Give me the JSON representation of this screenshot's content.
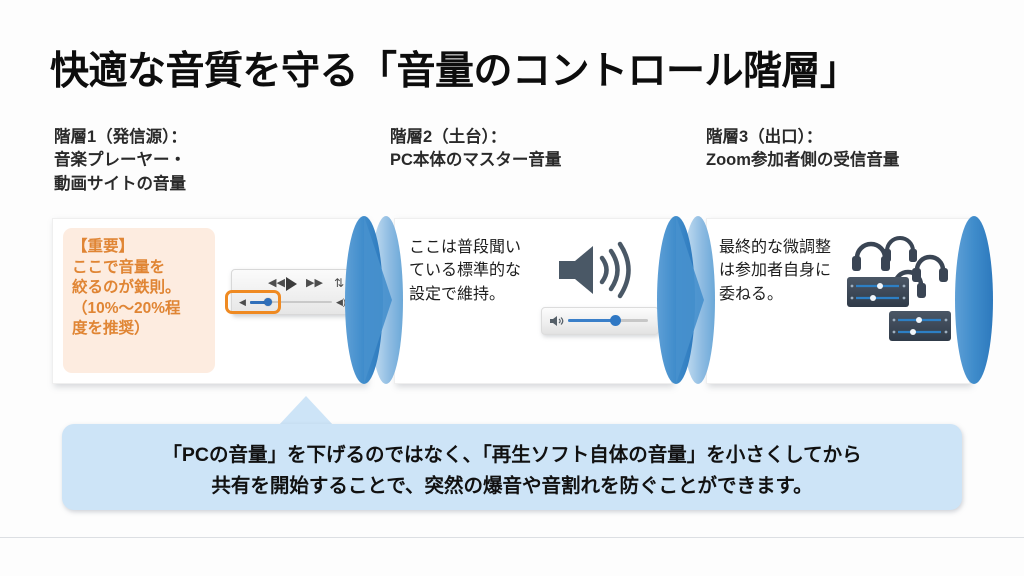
{
  "slide": {
    "title": "快適な音質を守る「音量のコントロール階層」",
    "background_color": "#fdfdfd"
  },
  "columns": [
    {
      "id": "tier1",
      "heading": "階層1（発信源）：\n音楽プレーヤー・\n動画サイトの音量",
      "note": {
        "text": "【重要】\nここで音量を\n絞るのが鉄則。\n（10%〜20%程\n度を推奨）",
        "text_color": "#e08534",
        "background_color": "#fdece0"
      },
      "widget": {
        "type": "media-player",
        "icons": [
          "prev-track-icon",
          "play-icon",
          "next-track-icon",
          "loop-icon",
          "volume-low-icon",
          "volume-high-icon"
        ],
        "volume_percent": 18,
        "highlight_color": "#ef8a22"
      }
    },
    {
      "id": "tier2",
      "heading": "階層2（土台）：\nPC本体のマスター音量",
      "body": "ここは普段聞い\nている標準的な\n設定で維持。",
      "widget": {
        "type": "system-volume",
        "icons": [
          "speaker-wave-icon",
          "volume-low-icon"
        ],
        "volume_percent": 60,
        "accent_color": "#2f78c4"
      }
    },
    {
      "id": "tier3",
      "heading": "階層3（出口）：\nZoom参加者側の受信音量",
      "body": "最終的な微調整\nは参加者自身に\n委ねる。",
      "widget": {
        "type": "participant-devices",
        "icons": [
          "headphones-icon",
          "mixer-icon"
        ],
        "headphone_count": 4,
        "mixer_count": 2,
        "accent_color": "#2f78c4"
      }
    }
  ],
  "connectors": {
    "type": "chevron-arrow",
    "count": 3,
    "color": "#3b86c8"
  },
  "callout": {
    "text": "「PCの音量」を下げるのではなく、「再生ソフト自体の音量」を小さくしてから\n共有を開始することで、突然の爆音や音割れを防ぐことができます。",
    "background_color": "#cde4f7",
    "text_color": "#111111"
  }
}
